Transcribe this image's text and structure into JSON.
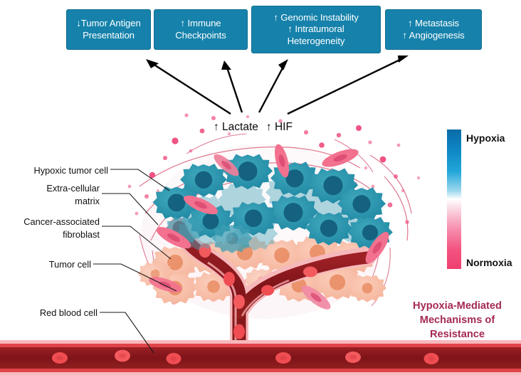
{
  "figure": {
    "title_lines": [
      "Hypoxia-Mediated",
      "Mechanisms of",
      "Resistance"
    ],
    "title_color": "#a52a52",
    "background": "#ffffff"
  },
  "outcome_boxes": {
    "fill_color": "#1682ab",
    "border_color": "#0d6c90",
    "text_color": "#ffffff",
    "items": [
      {
        "id": "tumor-antigen-presentation",
        "lines": [
          "↓Tumor Antigen",
          "Presentation"
        ]
      },
      {
        "id": "immune-checkpoints",
        "lines": [
          "↑ Immune",
          "Checkpoints"
        ]
      },
      {
        "id": "genomic-instability",
        "lines": [
          "↑ Genomic Instability",
          "↑ Intratumoral",
          "Heterogeneity"
        ]
      },
      {
        "id": "metastasis-angiogenesis",
        "lines": [
          "↑ Metastasis",
          "↑ Angiogenesis"
        ]
      }
    ]
  },
  "central_label": {
    "lactate": "↑ Lactate",
    "hif": "↑ HIF",
    "color": "#0a0a0a"
  },
  "annotations": [
    {
      "id": "hypoxic-tumor-cell",
      "lines": [
        "Hypoxic tumor cell"
      ]
    },
    {
      "id": "extra-cellular-matrix",
      "lines": [
        "Extra-cellular",
        "matrix"
      ]
    },
    {
      "id": "cancer-associated-fibroblast",
      "lines": [
        "Cancer-associated",
        "fibroblast"
      ]
    },
    {
      "id": "tumor-cell",
      "lines": [
        "Tumor cell"
      ]
    },
    {
      "id": "red-blood-cell",
      "lines": [
        "Red blood cell"
      ]
    }
  ],
  "legend": {
    "top_label": "Hypoxia",
    "bottom_label": "Normoxia",
    "gradient_top_color": "#0a6aa6",
    "gradient_mid_color": "#ffffff",
    "gradient_bottom_color": "#ef3f70"
  },
  "palette": {
    "hypoxic_cell_fill": "#2893ab",
    "hypoxic_cell_nucleus": "#14627f",
    "tumor_cell_fill": "#f7bba4",
    "tumor_cell_nucleus": "#e8895f",
    "fibroblast_fill": "#f2718f",
    "vessel_lumen": "#8c1b20",
    "vessel_wall": "#e0434a",
    "vessel_lining": "#f7b8bb",
    "rbc_fill": "#ef4d52",
    "ecm_fiber": "#d9657f",
    "dot_pink": "#ef4a7b",
    "arrow_color": "#000000"
  }
}
